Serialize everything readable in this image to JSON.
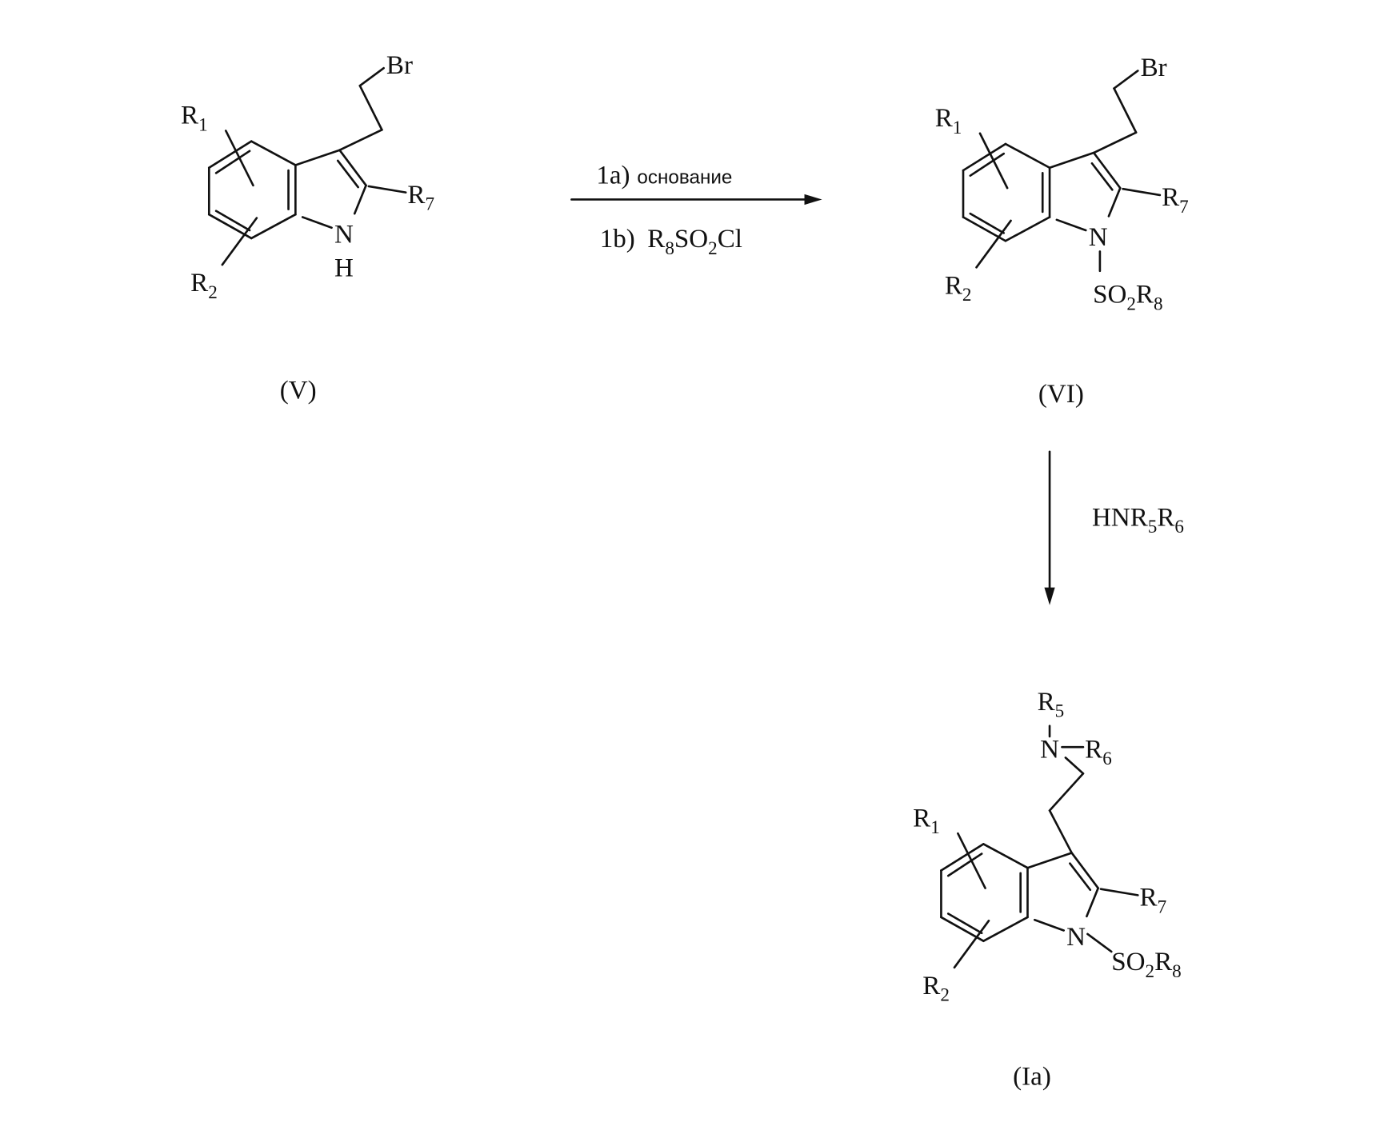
{
  "compounds": {
    "V": {
      "id": "(V)",
      "r1": [
        "R",
        "1"
      ],
      "r2": [
        "R",
        "2"
      ],
      "r7": [
        "R",
        "7"
      ],
      "br": [
        "Br"
      ],
      "n": [
        "N"
      ],
      "h": [
        "H"
      ]
    },
    "VI": {
      "id": "(VI)",
      "r1": [
        "R",
        "1"
      ],
      "r2": [
        "R",
        "2"
      ],
      "r7": [
        "R",
        "7"
      ],
      "br": [
        "Br"
      ],
      "n": [
        "N"
      ],
      "so2r8": [
        "SO",
        "2",
        "R",
        "8"
      ]
    },
    "Ia": {
      "id": "(Ia)",
      "r1": [
        "R",
        "1"
      ],
      "r2": [
        "R",
        "2"
      ],
      "r7": [
        "R",
        "7"
      ],
      "n": [
        "N"
      ],
      "so2r8": [
        "SO",
        "2",
        "R",
        "8"
      ],
      "amine_n": [
        "N"
      ],
      "r5": [
        "R",
        "5"
      ],
      "r6": [
        "R",
        "6"
      ]
    }
  },
  "step1": {
    "line_a_num": "1a)",
    "line_a_reagent": "основание",
    "line_b_num": "1b)",
    "line_b_reagent": [
      "R",
      "8",
      "SO",
      "2",
      "Cl"
    ]
  },
  "step2": {
    "reagent": [
      "HNR",
      "5",
      "R",
      "6"
    ]
  }
}
